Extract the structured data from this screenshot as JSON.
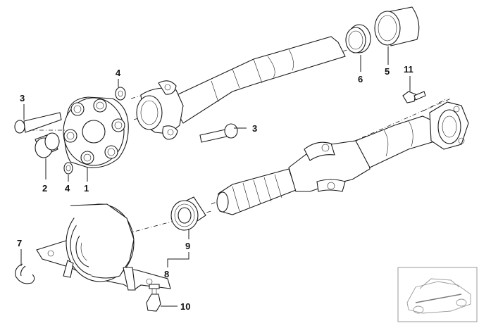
{
  "diagram": {
    "callouts": [
      {
        "id": "c3a",
        "label": "3"
      },
      {
        "id": "c4a",
        "label": "4"
      },
      {
        "id": "c2",
        "label": "2"
      },
      {
        "id": "c4b",
        "label": "4"
      },
      {
        "id": "c1",
        "label": "1"
      },
      {
        "id": "c3b",
        "label": "3"
      },
      {
        "id": "c6",
        "label": "6"
      },
      {
        "id": "c5",
        "label": "5"
      },
      {
        "id": "c11",
        "label": "11"
      },
      {
        "id": "c7",
        "label": "7"
      },
      {
        "id": "c9",
        "label": "9"
      },
      {
        "id": "c8",
        "label": "8"
      },
      {
        "id": "c10",
        "label": "10"
      }
    ],
    "parts": [
      "flex-disc",
      "bushing",
      "washer",
      "bolt",
      "bearing-ring",
      "dust-sleeve",
      "propeller-shaft-front",
      "propeller-shaft-rear",
      "center-bearing-support",
      "ball-bearing",
      "circlip",
      "hex-bolt",
      "flange-bolt",
      "thumbnail-car"
    ]
  }
}
